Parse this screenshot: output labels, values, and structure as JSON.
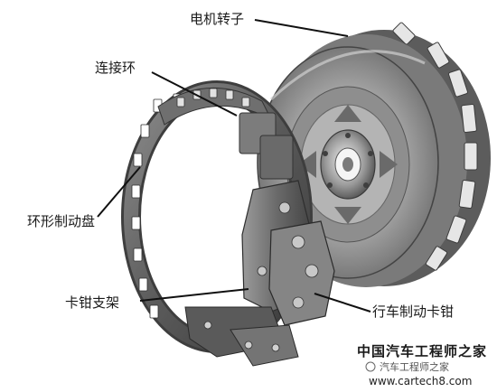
{
  "labels": {
    "motor_rotor": "电机转子",
    "connecting_ring": "连接环",
    "ring_brake_disc": "环形制动盘",
    "caliper_bracket": "卡钳支架",
    "service_brake_caliper": "行车制动卡钳"
  },
  "watermark": {
    "site_name_cn": "中国汽车工程师之家",
    "wechat_name": "汽车工程师之家",
    "url": "www.cartech8.com"
  },
  "colors": {
    "label_text": "#1a1a1a",
    "metal_dark": "#4a4a4a",
    "metal_mid": "#8a8a8a",
    "metal_light": "#cfcfcf",
    "background": "#ffffff"
  }
}
